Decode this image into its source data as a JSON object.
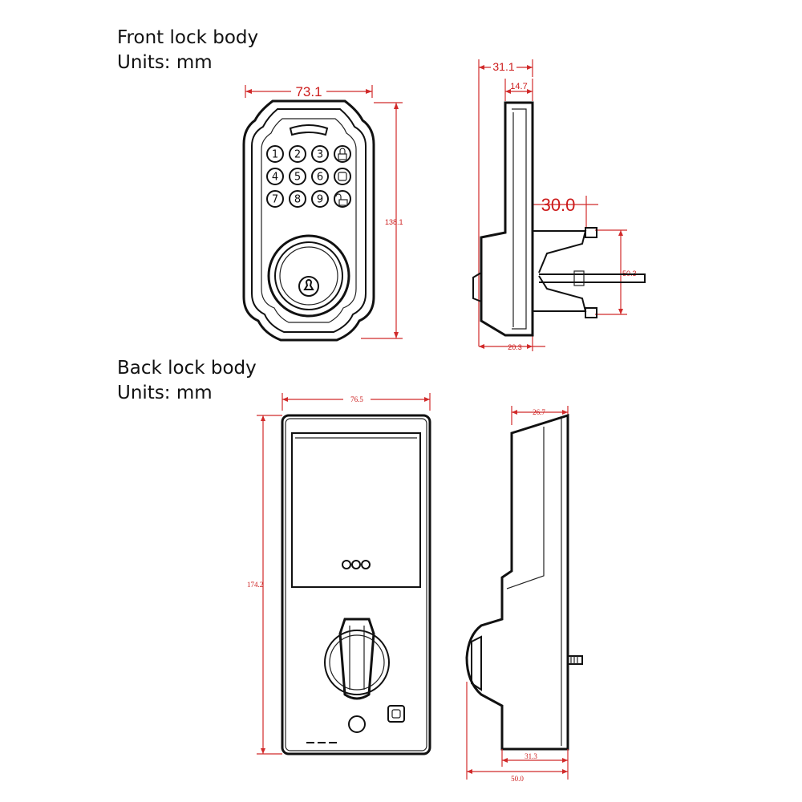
{
  "front": {
    "title": "Front lock body",
    "units": "Units: mm",
    "dims": {
      "width": "73.1",
      "height": "138.1",
      "depth": "31.1",
      "face_depth": "14.7",
      "bolt_offset": "30.0",
      "bolt_span": "50.3",
      "base_depth": "20.3"
    },
    "keys": [
      "1",
      "2",
      "3",
      "4",
      "5",
      "6",
      "7",
      "8",
      "9"
    ]
  },
  "back": {
    "title": "Back lock body",
    "units": "Units: mm",
    "dims": {
      "width": "76.5",
      "height": "174.2",
      "top_depth": "26.7",
      "mid_depth": "31.3",
      "total_depth": "50.0"
    }
  },
  "icons": [
    "lock-closed-icon",
    "lock-open-icon",
    "keyhole-icon",
    "fingerprint-sensor-icon"
  ],
  "colors": {
    "dimension": "#cc1a1a",
    "outline": "#111111"
  }
}
